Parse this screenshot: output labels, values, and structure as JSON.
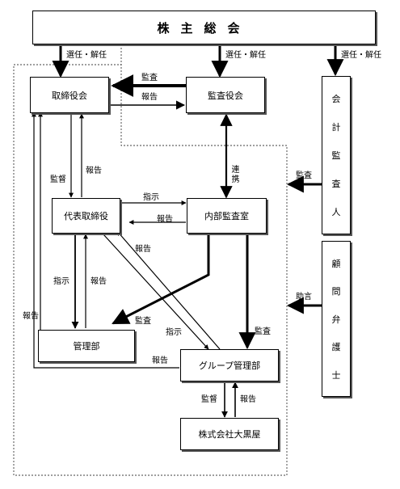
{
  "nodes": {
    "shareholders": "株主総会",
    "board": "取締役会",
    "auditors": "監査役会",
    "accounting_auditor": "会計監査人",
    "president": "代表取締役",
    "internal_audit": "内部監査室",
    "legal_advisor": "顧問弁護士",
    "admin_dept": "管理部",
    "group_dept": "グループ管理部",
    "subsidiary": "株式会社大黒屋"
  },
  "labels": {
    "elect_1": "選任・解任",
    "elect_2": "選任・解任",
    "elect_3": "選任・解任",
    "audit_board": "監査",
    "report_board": "報告",
    "supervise": "監督",
    "report_pres_board": "報告",
    "liaison": "連携",
    "audit_acct": "監査",
    "instruct_ia": "指示",
    "report_ia": "報告",
    "advice": "助言",
    "instruct_admin": "指示",
    "report_admin": "報告",
    "report_admin_board": "報告",
    "report_group_pres": "報告",
    "audit_admin": "監査",
    "instruct_group": "指示",
    "audit_group": "監査",
    "report_group_board": "報告",
    "supervise_sub": "監督",
    "report_sub": "報告"
  }
}
